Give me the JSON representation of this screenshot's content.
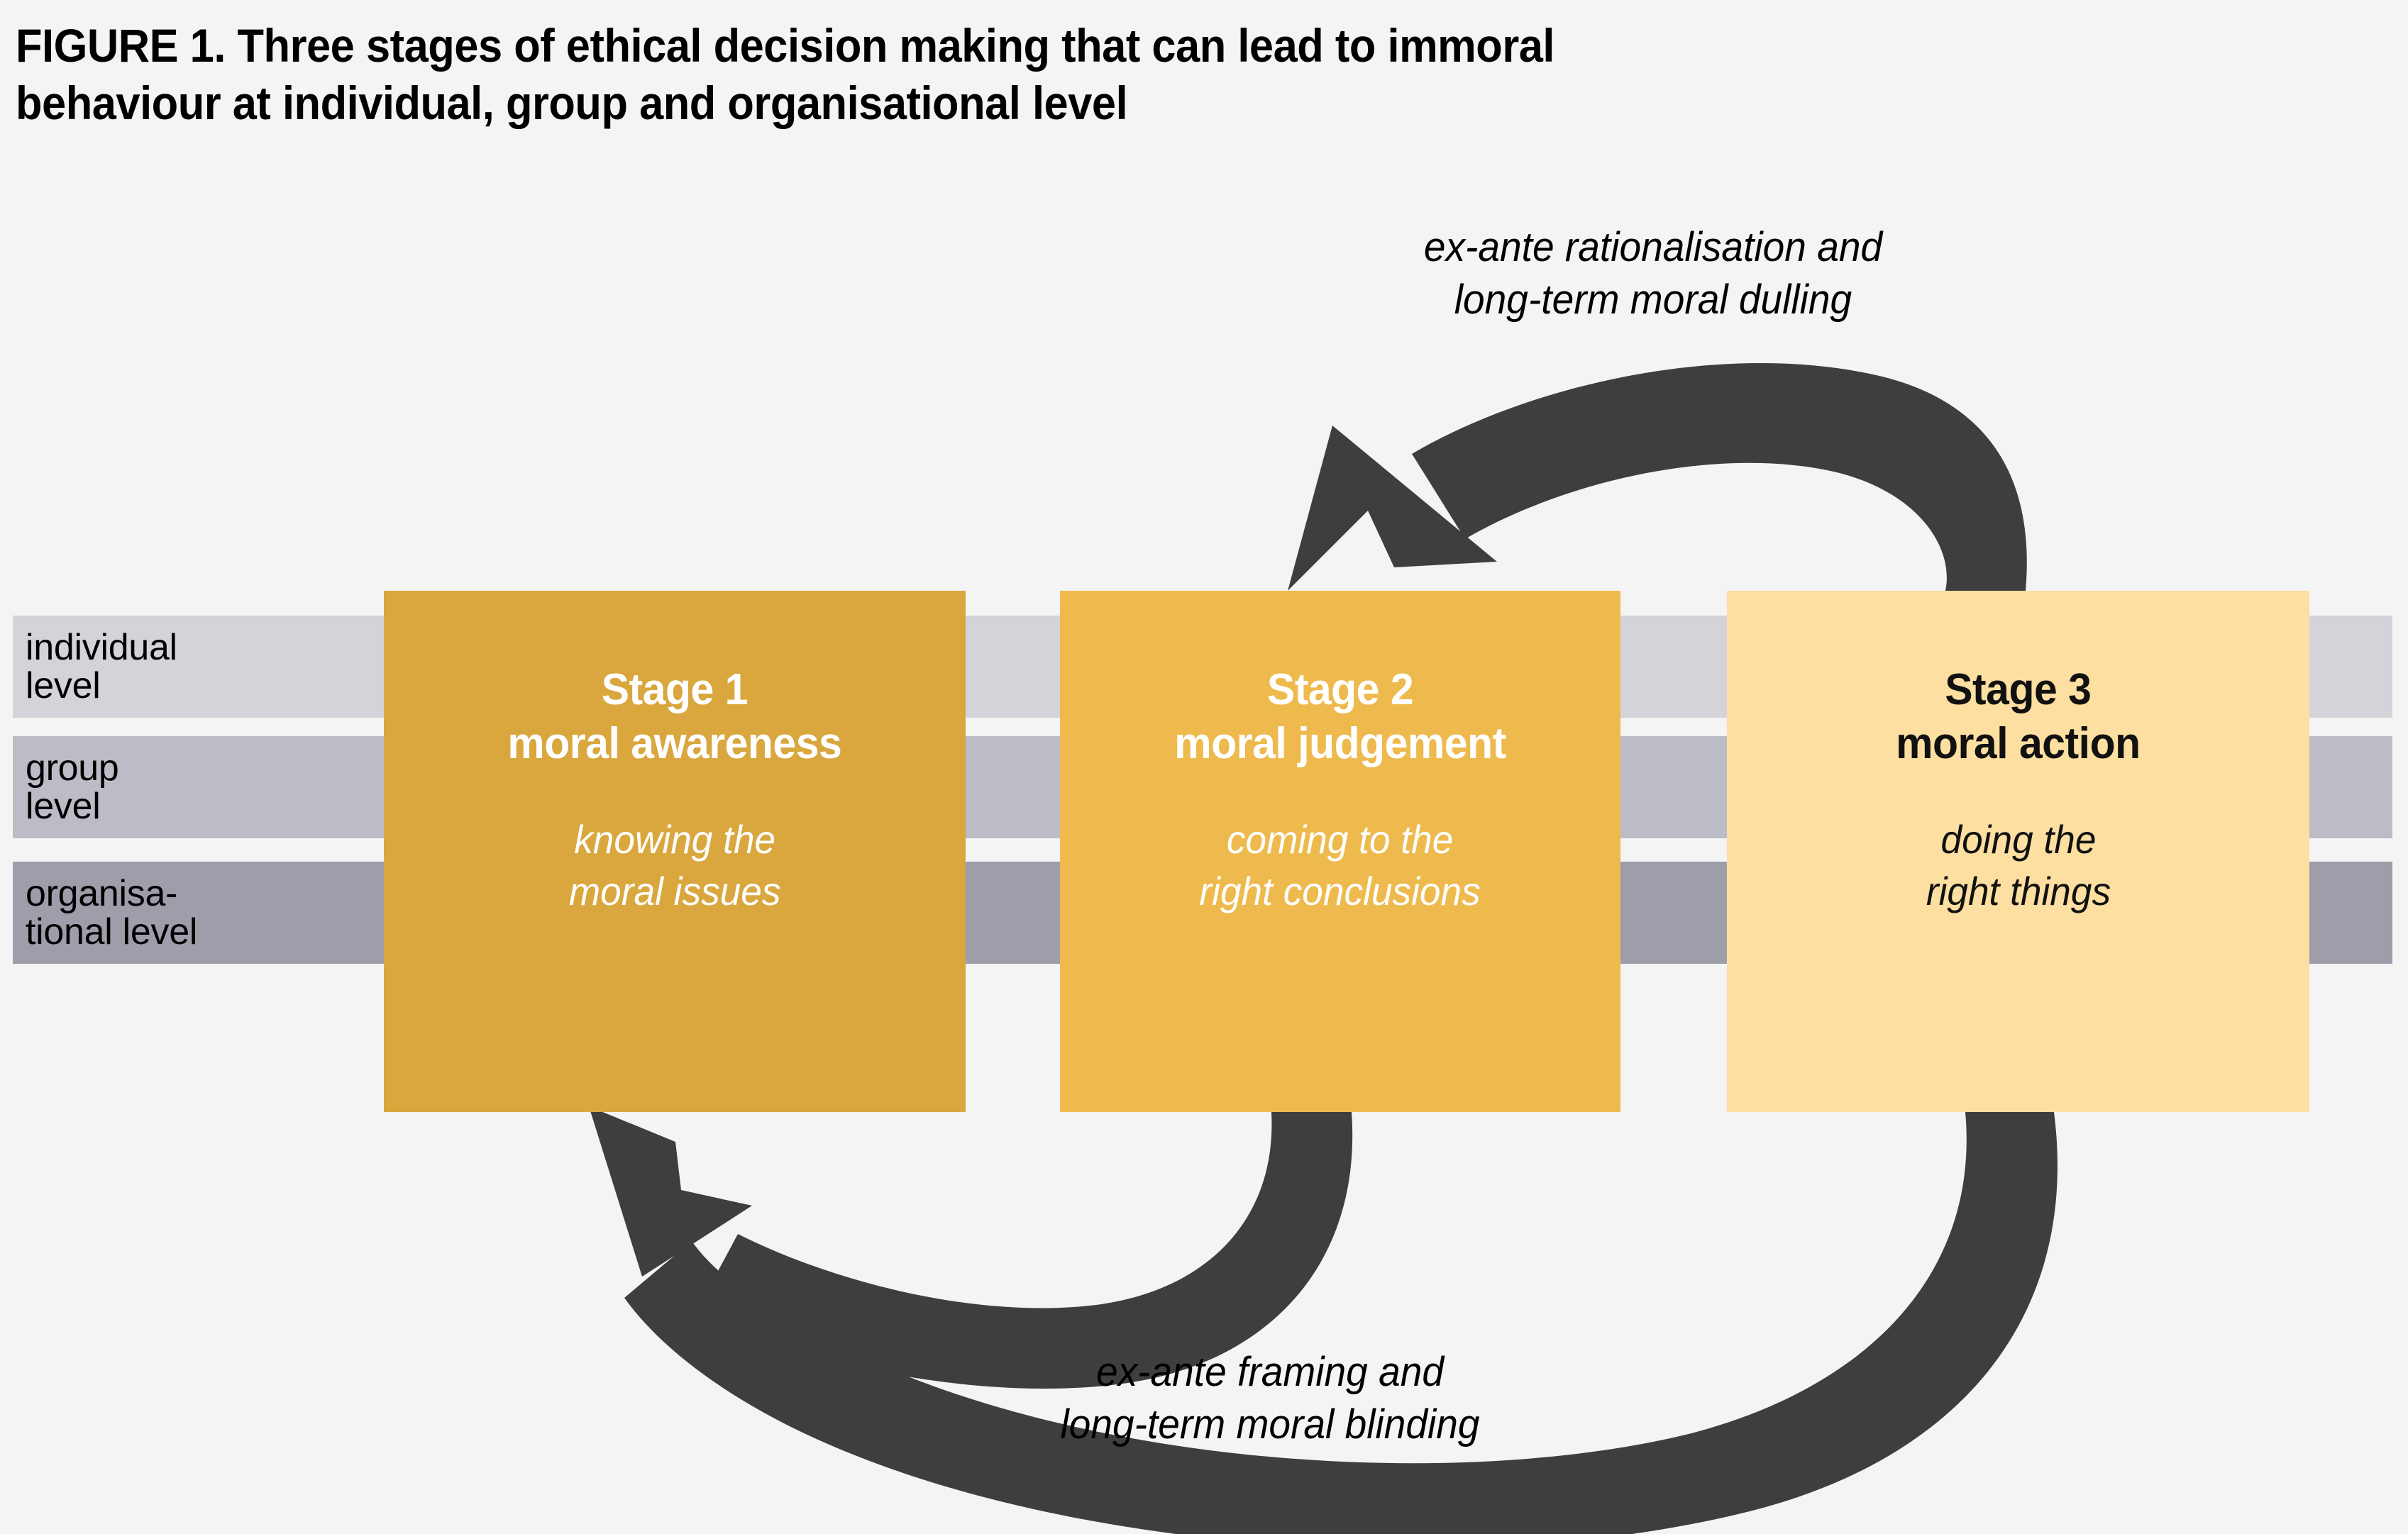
{
  "figure": {
    "title_line_1": "FIGURE 1. Three stages of ethical decision making that can lead to immoral",
    "title_line_2": "behaviour at individual, group and organisational level"
  },
  "levels": [
    {
      "key": "individual",
      "label": "individual\nlevel",
      "color": "#d3d3d9"
    },
    {
      "key": "group",
      "label": "group\nlevel",
      "color": "#bcbcc6"
    },
    {
      "key": "organisational",
      "label": "organisa-\ntional level",
      "color": "#9e9eab"
    }
  ],
  "stages": [
    {
      "key": "stage-1",
      "title": "Stage 1\nmoral awareness",
      "subtitle": "knowing the\nmoral issues",
      "fill": "#d9a73e",
      "text_color": "#ffffff"
    },
    {
      "key": "stage-2",
      "title": "Stage 2\nmoral judgement",
      "subtitle": "coming to the\nright conclusions",
      "fill": "#eeba4e",
      "text_color": "#ffffff"
    },
    {
      "key": "stage-3",
      "title": "Stage 3\nmoral action",
      "subtitle": "doing the\nright things",
      "fill": "#fcdfa1",
      "text_color": "#111111"
    }
  ],
  "annotations": {
    "top": "ex-ante rationalisation and\nlong-term moral dulling",
    "bottom": "ex-ante framing and\nlong-term moral blinding"
  },
  "arrows": {
    "color": "#3e3e3e",
    "top_feedback": "from Stage 3 back to Stage 2",
    "bottom_feedback_short": "from Stage 2 back to Stage 1",
    "bottom_feedback_long": "from Stage 3 back to Stage 1"
  },
  "background": "#f4f4f4"
}
